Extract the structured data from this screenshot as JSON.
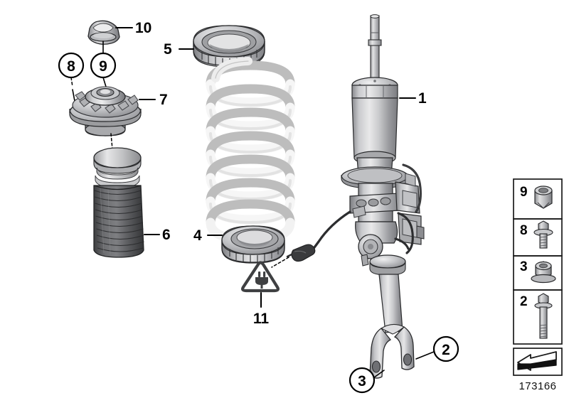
{
  "diagram": {
    "title": "Front suspension strut assembly exploded view",
    "part_number": "173166",
    "background": "#ffffff"
  },
  "callouts": [
    {
      "id": "1",
      "label": "1",
      "name": "strut-damper",
      "style": "plain"
    },
    {
      "id": "2",
      "label": "2",
      "name": "fork-bolt-right",
      "style": "circle"
    },
    {
      "id": "3",
      "label": "3",
      "name": "fork-nut-left",
      "style": "circle"
    },
    {
      "id": "4",
      "label": "4",
      "name": "lower-spring-pad",
      "style": "plain"
    },
    {
      "id": "5",
      "label": "5",
      "name": "upper-spring-pad",
      "style": "plain"
    },
    {
      "id": "6",
      "label": "6",
      "name": "bump-stop-boot",
      "style": "plain"
    },
    {
      "id": "7",
      "label": "7",
      "name": "strut-mount",
      "style": "plain"
    },
    {
      "id": "8",
      "label": "8",
      "name": "mount-bolt",
      "style": "circle"
    },
    {
      "id": "9",
      "label": "9",
      "name": "piston-rod-nut",
      "style": "circle"
    },
    {
      "id": "10",
      "label": "10",
      "name": "protective-cap",
      "style": "plain"
    },
    {
      "id": "11",
      "label": "11",
      "name": "electrical-connector-warning",
      "style": "plain"
    }
  ],
  "legend": {
    "name": "hardware-legend",
    "rows": [
      {
        "label": "9",
        "item": "collar-nut",
        "icon": "hex-nut"
      },
      {
        "label": "8",
        "item": "flange-bolt-short",
        "icon": "hex-bolt-short"
      },
      {
        "label": "3",
        "item": "flange-nut",
        "icon": "flange-nut"
      },
      {
        "label": "2",
        "item": "flange-bolt-long",
        "icon": "hex-bolt-long"
      }
    ],
    "direction_arrow": "forward-direction-arrow",
    "part_number": "173166"
  },
  "colors": {
    "metal_light": "#e2e2e4",
    "metal_mid": "#b9babd",
    "metal_dark": "#86878b",
    "metal_shadow": "#6a6b6f",
    "spring_white": "#f2f2f2",
    "spring_shade": "#d2d2d2",
    "boot_dark": "#4e4f51",
    "boot_darker": "#3a3b3d",
    "outline": "#1a1a1a"
  },
  "warning": {
    "name": "electrical-plug-warning-triangle",
    "symbol": "plug"
  }
}
